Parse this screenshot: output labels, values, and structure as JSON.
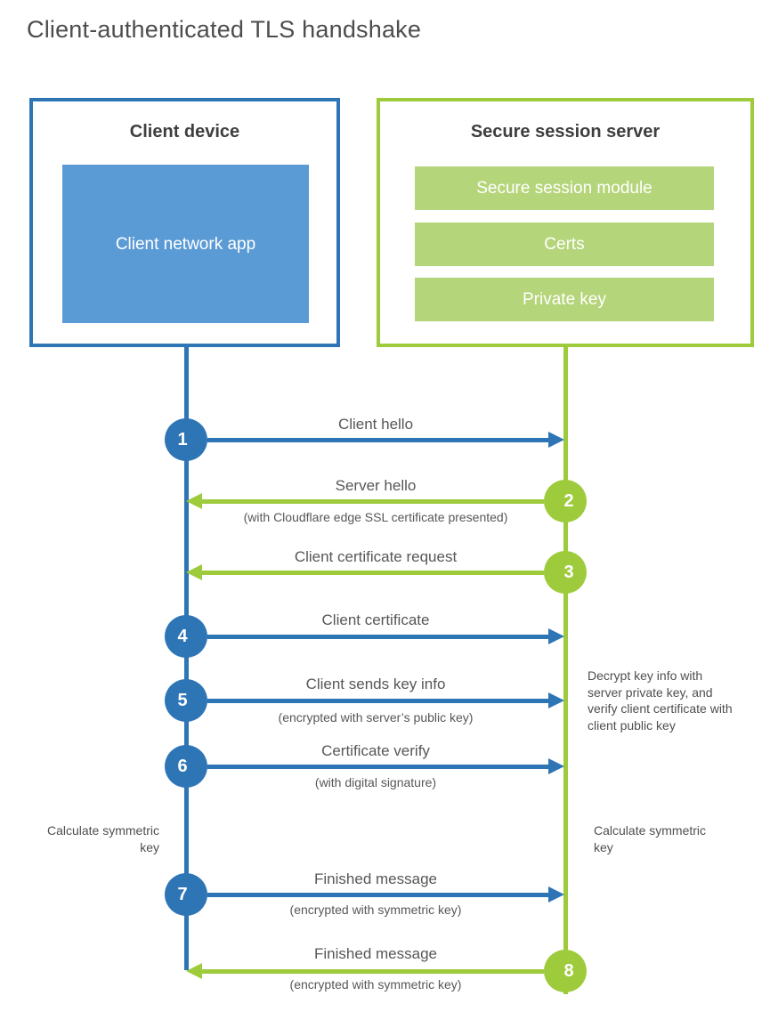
{
  "title": "Client-authenticated TLS handshake",
  "colors": {
    "blue": "#2e75b6",
    "light_blue": "#5b9bd5",
    "green": "#9dcb3c",
    "light_green": "#b5d57a"
  },
  "client_box": {
    "title": "Client device",
    "inner_label": "Client network app"
  },
  "server_box": {
    "title": "Secure session server",
    "modules": [
      "Secure session module",
      "Certs",
      "Private key"
    ]
  },
  "steps": [
    {
      "num": "1",
      "from": "client",
      "direction": "right",
      "label": "Client hello",
      "sublabel": ""
    },
    {
      "num": "2",
      "from": "server",
      "direction": "left",
      "label": "Server hello",
      "sublabel": "(with Cloudflare edge SSL certificate presented)"
    },
    {
      "num": "3",
      "from": "server",
      "direction": "left",
      "label": "Client certificate request",
      "sublabel": ""
    },
    {
      "num": "4",
      "from": "client",
      "direction": "right",
      "label": "Client certificate",
      "sublabel": ""
    },
    {
      "num": "5",
      "from": "client",
      "direction": "right",
      "label": "Client sends key info",
      "sublabel": "(encrypted with server’s public key)"
    },
    {
      "num": "6",
      "from": "client",
      "direction": "right",
      "label": "Certificate verify",
      "sublabel": "(with digital signature)"
    },
    {
      "num": "7",
      "from": "client",
      "direction": "right",
      "label": "Finished message",
      "sublabel": "(encrypted with symmetric key)"
    },
    {
      "num": "8",
      "from": "server",
      "direction": "left",
      "label": "Finished message",
      "sublabel": "(encrypted with symmetric key)"
    }
  ],
  "annotations": {
    "server_decrypt_note": "Decrypt key info with server private key, and verify client certificate with client public key",
    "client_calc_note": "Calculate symmetric key",
    "server_calc_note": "Calculate symmetric key"
  }
}
